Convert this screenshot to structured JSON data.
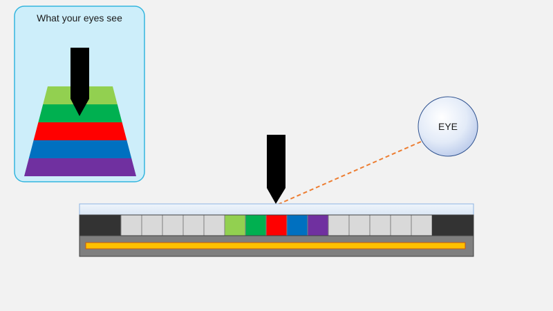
{
  "inset": {
    "title": "What your eyes see",
    "layers_top_to_bottom": [
      {
        "name": "light-green",
        "color": "#92D050"
      },
      {
        "name": "green",
        "color": "#00B050"
      },
      {
        "name": "red",
        "color": "#FF0000"
      },
      {
        "name": "blue",
        "color": "#0070C0"
      },
      {
        "name": "purple",
        "color": "#7030A0"
      }
    ]
  },
  "eye": {
    "label": "EYE"
  },
  "strip": {
    "cells": [
      {
        "color": "#D9D9D9"
      },
      {
        "color": "#D9D9D9"
      },
      {
        "color": "#D9D9D9"
      },
      {
        "color": "#D9D9D9"
      },
      {
        "color": "#D9D9D9"
      },
      {
        "color": "#92D050"
      },
      {
        "color": "#00B050"
      },
      {
        "color": "#FF0000"
      },
      {
        "color": "#0070C0"
      },
      {
        "color": "#7030A0"
      },
      {
        "color": "#D9D9D9"
      },
      {
        "color": "#D9D9D9"
      },
      {
        "color": "#D9D9D9"
      },
      {
        "color": "#D9D9D9"
      },
      {
        "color": "#D9D9D9"
      }
    ],
    "end_cap_color": "#333333",
    "base_color": "#7F7F7F",
    "bar_color": "#FFC000"
  },
  "colors": {
    "background": "#f2f2f2",
    "inset_fill": "#cdeefa",
    "inset_border": "#33b5de",
    "sight_line": "#ED7D31",
    "arrow": "#000000"
  }
}
